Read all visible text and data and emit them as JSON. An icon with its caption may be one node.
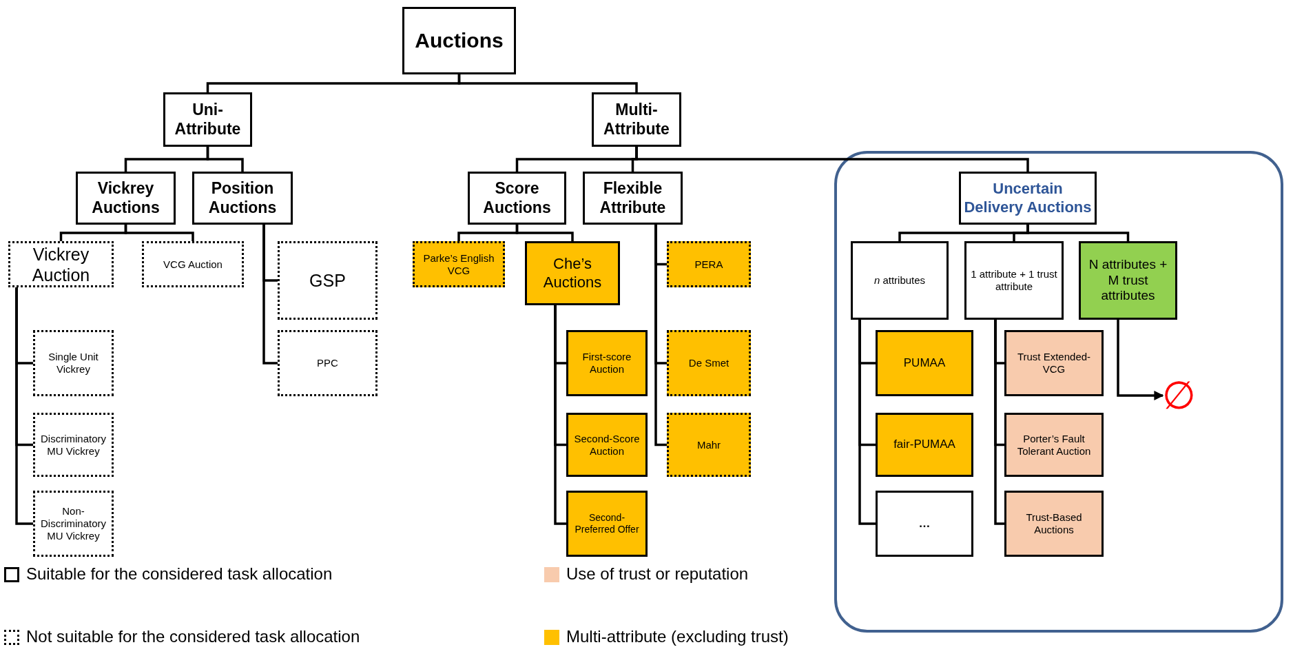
{
  "diagram": {
    "nodes": [
      {
        "text": [
          "Auctions"
        ]
      },
      {
        "text": [
          "Uni-Attribute"
        ]
      },
      {
        "text": [
          "Multi-Attribute"
        ]
      },
      {
        "text": [
          "Vickrey Auctions"
        ]
      },
      {
        "text": [
          "Position Auctions"
        ]
      },
      {
        "text": [
          "Score Auctions"
        ]
      },
      {
        "text": [
          "Flexible Attribute"
        ]
      },
      {
        "text": [],
        "shape": "box"
      },
      {
        "text": [
          "Uncertain Delivery Auctions"
        ],
        "in": 7
      },
      {
        "text": [
          "Vickrey Auction"
        ]
      },
      {
        "text": [
          "VCG Auction"
        ]
      },
      {
        "text": [
          "GSP"
        ]
      },
      {
        "text": [
          "Parke’s English VCG"
        ]
      },
      {
        "text": [
          "Che’s Auctions"
        ]
      },
      {
        "text": [
          "PERA"
        ]
      },
      {
        "text": [
          "*n* attributes"
        ],
        "in": 7
      },
      {
        "text": [
          "1 attribute + 1 trust attribute"
        ],
        "in": 7
      },
      {
        "text": [
          "N attributes + M trust attributes"
        ],
        "in": 7
      },
      {
        "text": [
          "Single Unit Vickrey"
        ]
      },
      {
        "text": [
          "PPC"
        ]
      },
      {
        "text": [
          "First-score Auction"
        ]
      },
      {
        "text": [
          "De Smet"
        ]
      },
      {
        "text": [
          "PUMAA"
        ],
        "in": 7
      },
      {
        "text": [
          "Trust Extended-VCG"
        ],
        "in": 7
      },
      {
        "text": [
          "∅"
        ],
        "in": 7
      },
      {
        "text": [
          "Discriminatory MU Vickrey"
        ]
      },
      {
        "text": [
          "Second-Score Auction"
        ]
      },
      {
        "text": [
          "Mahr"
        ]
      },
      {
        "text": [
          "fair-PUMAA"
        ],
        "in": 7
      },
      {
        "text": [
          "Porter’s Fault Tolerant Auction"
        ],
        "in": 7
      },
      {
        "text": [
          "Non-Discriminatory MU Vickrey"
        ]
      },
      {
        "text": [
          "Second-Preferred Offer"
        ]
      },
      {
        "text": [
          "…"
        ],
        "in": 7
      },
      {
        "text": [
          "Trust-Based Auctions"
        ],
        "in": 7
      }
    ],
    "edges": [
      {
        "from": 0,
        "to": 1,
        "arrow": "none"
      },
      {
        "from": 0,
        "to": 2,
        "arrow": "none"
      },
      {
        "from": 1,
        "to": 3,
        "arrow": "none"
      },
      {
        "from": 1,
        "to": 4,
        "arrow": "none"
      },
      {
        "from": 2,
        "to": 5,
        "arrow": "none"
      },
      {
        "from": 2,
        "to": 6,
        "arrow": "none"
      },
      {
        "from": 2,
        "to": 8,
        "arrow": "none"
      },
      {
        "from": 3,
        "to": 9,
        "arrow": "none"
      },
      {
        "from": 3,
        "to": 10,
        "arrow": "none"
      },
      {
        "from": 4,
        "to": 11,
        "arrow": "none"
      },
      {
        "from": 4,
        "to": 19,
        "arrow": "none"
      },
      {
        "from": 5,
        "to": 12,
        "arrow": "none"
      },
      {
        "from": 5,
        "to": 13,
        "arrow": "none"
      },
      {
        "from": 6,
        "to": 14,
        "arrow": "none"
      },
      {
        "from": 6,
        "to": 21,
        "arrow": "none"
      },
      {
        "from": 6,
        "to": 27,
        "arrow": "none"
      },
      {
        "from": 8,
        "to": 15,
        "arrow": "none"
      },
      {
        "from": 8,
        "to": 16,
        "arrow": "none"
      },
      {
        "from": 8,
        "to": 17,
        "arrow": "none"
      },
      {
        "from": 9,
        "to": 18,
        "arrow": "none"
      },
      {
        "from": 9,
        "to": 25,
        "arrow": "none"
      },
      {
        "from": 9,
        "to": 30,
        "arrow": "none"
      },
      {
        "from": 13,
        "to": 20,
        "arrow": "none"
      },
      {
        "from": 13,
        "to": 26,
        "arrow": "none"
      },
      {
        "from": 13,
        "to": 31,
        "arrow": "none"
      },
      {
        "from": 15,
        "to": 22,
        "arrow": "none"
      },
      {
        "from": 15,
        "to": 28,
        "arrow": "none"
      },
      {
        "from": 15,
        "to": 32,
        "arrow": "none"
      },
      {
        "from": 16,
        "to": 23,
        "arrow": "none"
      },
      {
        "from": 16,
        "to": 29,
        "arrow": "none"
      },
      {
        "from": 16,
        "to": 33,
        "arrow": "none"
      },
      {
        "from": 17,
        "to": 24,
        "arrow": "to"
      }
    ],
    "legend": [
      {
        "text": "Suitable for the considered task allocation"
      },
      {
        "text": "Not suitable for the considered task allocation"
      },
      {
        "text": "Use of trust or reputation",
        "color": "#f8cbad"
      },
      {
        "text": "Multi-attribute (excluding trust)",
        "color": "#ffc000"
      }
    ]
  }
}
